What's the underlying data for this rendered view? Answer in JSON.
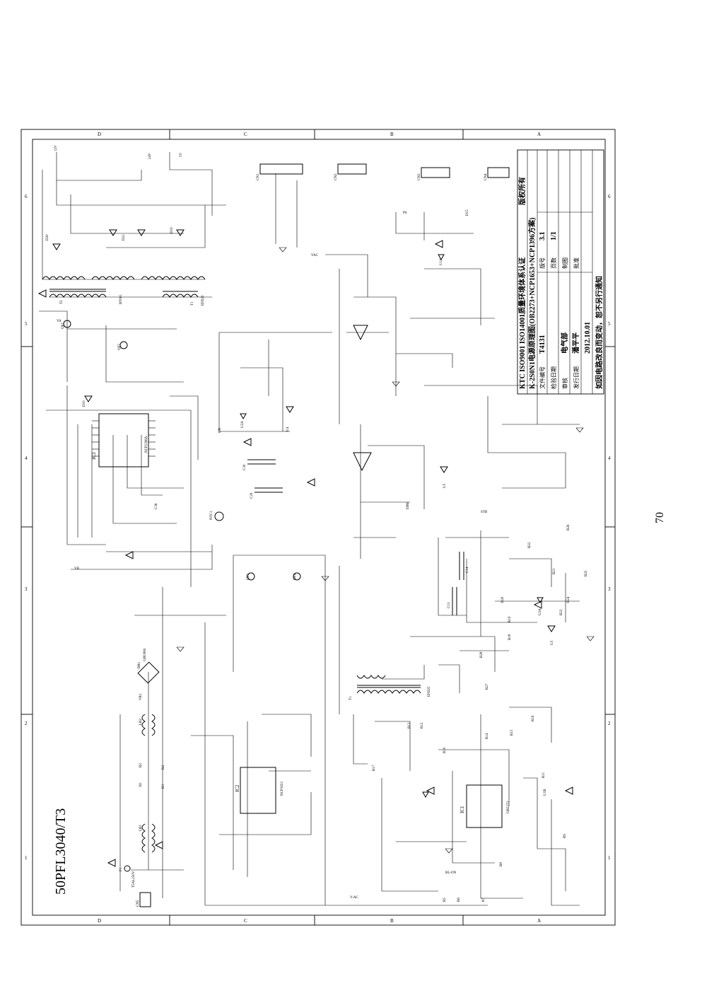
{
  "model_title": "50PFL3040/T3",
  "page_number": "70",
  "zone_letters": [
    "D",
    "C",
    "B",
    "A"
  ],
  "zone_numbers": [
    "1",
    "2",
    "3",
    "4",
    "5",
    "6"
  ],
  "title_block": {
    "cert_line": "KTC ISO9001 ISO14001质量环境体系认证",
    "copyright": "版权所有",
    "doc_title": "K-2S0N1电源原理图(OB2273+NCP1653+NCP1396方案)",
    "drawing_no": "T4131",
    "version": "3.1",
    "sheet": "1/1",
    "department": "电气部",
    "designer": "潘平平",
    "date": "2012.10.01",
    "notice": "如因电路改良而变动，恕不另行通知",
    "labels": [
      "文件编号",
      "版号",
      "检验日期",
      "页数",
      "审核",
      "制图",
      "发行日期",
      "批准"
    ]
  },
  "components": {
    "transformer_main": "T2",
    "transformer_main_part": "BT001",
    "transformer_aux": "T1",
    "transformer_aux_part": "EFD20",
    "transformer_pfc": "T1",
    "transformer_pfc_part": "EFD25",
    "fuse": "F1",
    "fuse_rating": "T5AL250V",
    "bridge": "BR1",
    "bridge_part": "GBU806",
    "varistor": "VR1",
    "ntc": "NTC1",
    "llc_ic": "IC3",
    "llc_ic_part": "NCP1396A",
    "pfc_ic": "IC2",
    "pfc_ic_part": "NCP1653",
    "standby_ic": "IC1",
    "standby_ic_part": "OB2273",
    "choke1": "LB1",
    "choke2": "LB2",
    "mosfets": [
      "QF1",
      "QF2",
      "QF3",
      "QF4"
    ],
    "opto": [
      "U2A",
      "U3A",
      "U1A",
      "U1B"
    ],
    "tl431": [
      "U3",
      "U4",
      "U5"
    ],
    "caps_big": [
      "C13",
      "C14",
      "C29",
      "C30",
      "C36"
    ],
    "diodes": [
      "D20",
      "D21",
      "D19",
      "D15",
      "D10"
    ],
    "connectors": [
      "CN1",
      "CN2",
      "CN3",
      "CN4",
      "CN5"
    ]
  },
  "net_labels": [
    "12V",
    "24V",
    "5V",
    "VA",
    "VB",
    "V-AC",
    "VAC",
    "PS",
    "ON",
    "DIM",
    "BL-ON",
    "STB"
  ],
  "resistor_labels": [
    "R1",
    "R2",
    "R3",
    "R4",
    "R5",
    "R6",
    "R7",
    "R8",
    "R9",
    "R10",
    "R11",
    "R12",
    "R13",
    "R14",
    "R15",
    "R16",
    "R17",
    "R18",
    "R19",
    "R20",
    "R21",
    "R22",
    "R23",
    "R24",
    "R25",
    "R26",
    "R27",
    "R28"
  ]
}
